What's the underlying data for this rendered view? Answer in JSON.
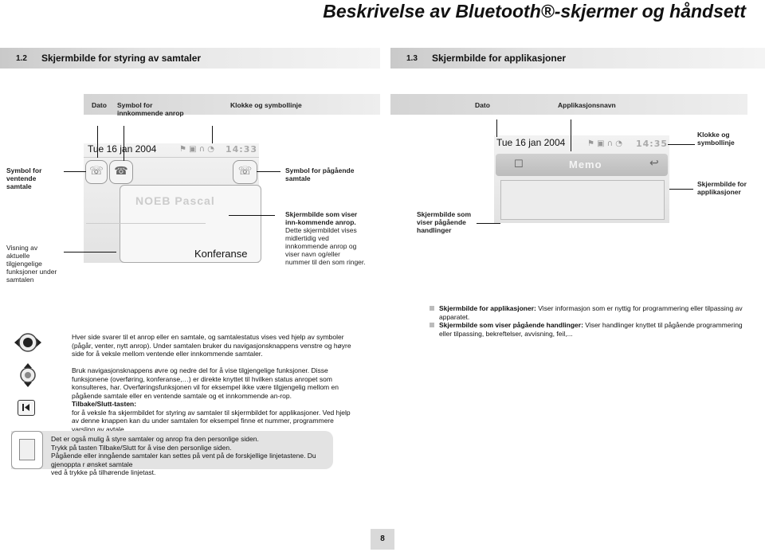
{
  "title": "Beskrivelse av Bluetooth®-skjermer og håndsett",
  "section_left": {
    "number": "1.2",
    "label": "Skjermbilde for styring av samtaler"
  },
  "section_right": {
    "number": "1.3",
    "label": "Skjermbilde for applikasjoner"
  },
  "left_header": {
    "date": "Dato",
    "incoming_symbol": "Symbol for innkommende anrop",
    "clock": "Klokke og symbollinje"
  },
  "right_header": {
    "date": "Dato",
    "app_name": "Applikasjonsnavn"
  },
  "left_screen": {
    "date_text": "Tue 16 jan 2004",
    "time": "14:33",
    "caller_name": "NOEB Pascal",
    "conference": "Konferanse"
  },
  "right_screen": {
    "date_text": "Tue 16 jan 2004",
    "time": "14:35",
    "app_title": "Memo"
  },
  "left_labels": {
    "waiting": "Symbol for ventende samtale",
    "ongoing": "Symbol for pågående samtale",
    "functions": "Visning av aktuelle tilgjengelige funksjoner under samtalen",
    "incoming_bold": "Skjermbilde som viser inn-kommende anrop.",
    "incoming_rest": "Dette skjermbildet vises midlertidig ved innkommende anrop og viser navn og/eller nummer til den som ringer."
  },
  "right_labels": {
    "clock": "Klokke og symbollinje",
    "app_screen": "Skjermbilde for applikasjoner",
    "actions": "Skjermbilde som viser pågående handlinger"
  },
  "bullets": [
    {
      "bold": "Skjermbilde for applikasjoner:",
      "text": "Viser informasjon som er nyttig for programmering eller tilpassing av apparatet."
    },
    {
      "bold": "Skjermbilde som viser pågående handlinger:",
      "text": "Viser handlinger knyttet til pågående programmering eller tilpassing, bekreftelser, avvisning, feil,..."
    }
  ],
  "nav_lr_text": "Hver side svarer til et anrop eller en samtale, og samtalestatus vises ved hjelp av symboler (pågår, venter, nytt anrop). Under samtalen bruker du navigasjonsknappens venstre og høyre side for å veksle mellom ventende eller innkommende samtaler.",
  "nav_ud_text": "Bruk navigasjonsknappens øvre og nedre del for å vise tilgjengelige funksjoner. Disse funksjonene (overføring, konferanse,…) er direkte knyttet til hvilken status anropet som konsulteres, har. Overføringsfunksjonen vil for eksempel ikke være tilgjengelig mellom en pågående samtale eller en ventende samtale og et innkommende an-rop.",
  "back_key": {
    "title": "Tilbake/Slutt-tasten:",
    "text": "for å veksle fra skjermbildet for styring av samtaler til skjermbildet for applikasjoner. Ved hjelp av denne knappen kan du under samtalen for eksempel finne et nummer, programmere varsling av avtale, ..."
  },
  "note_lines": [
    "Det er også mulig å styre samtaler og anrop fra den personlige siden.",
    "Trykk på tasten Tilbake/Slutt for å vise den personlige siden.",
    "Pågående eller inngående samtaler kan settes på vent på de forskjellige linjetastene. Du gjenoppta r ønsket samtale",
    "ved å trykke på tilhørende linjetast."
  ],
  "page_number": "8"
}
